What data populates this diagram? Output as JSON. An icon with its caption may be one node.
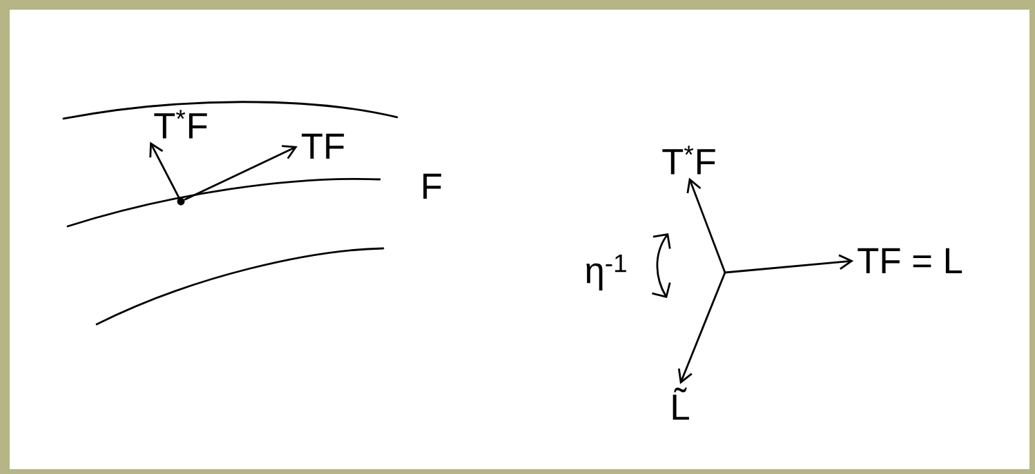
{
  "diagram": {
    "nodes": [
      {
        "text": [],
        "shape": "circle"
      },
      {
        "text": [
          "T$^{*}$F"
        ]
      },
      {
        "text": [
          "TF"
        ]
      },
      {
        "text": [
          "T$^{*}$F"
        ]
      },
      {
        "text": [
          "TF = L"
        ]
      },
      {
        "text": [
          "L̃"
        ]
      }
    ],
    "edges": [
      {
        "from": 0,
        "to": 1,
        "arrow": "to"
      },
      {
        "from": 0,
        "to": 2,
        "arrow": "to"
      },
      {
        "from": null,
        "to": 3,
        "arrow": "to"
      },
      {
        "from": null,
        "to": 4,
        "arrow": "to"
      },
      {
        "from": null,
        "to": 5,
        "arrow": "to"
      }
    ],
    "labels": [
      "F",
      "η$^{-1}$"
    ]
  }
}
